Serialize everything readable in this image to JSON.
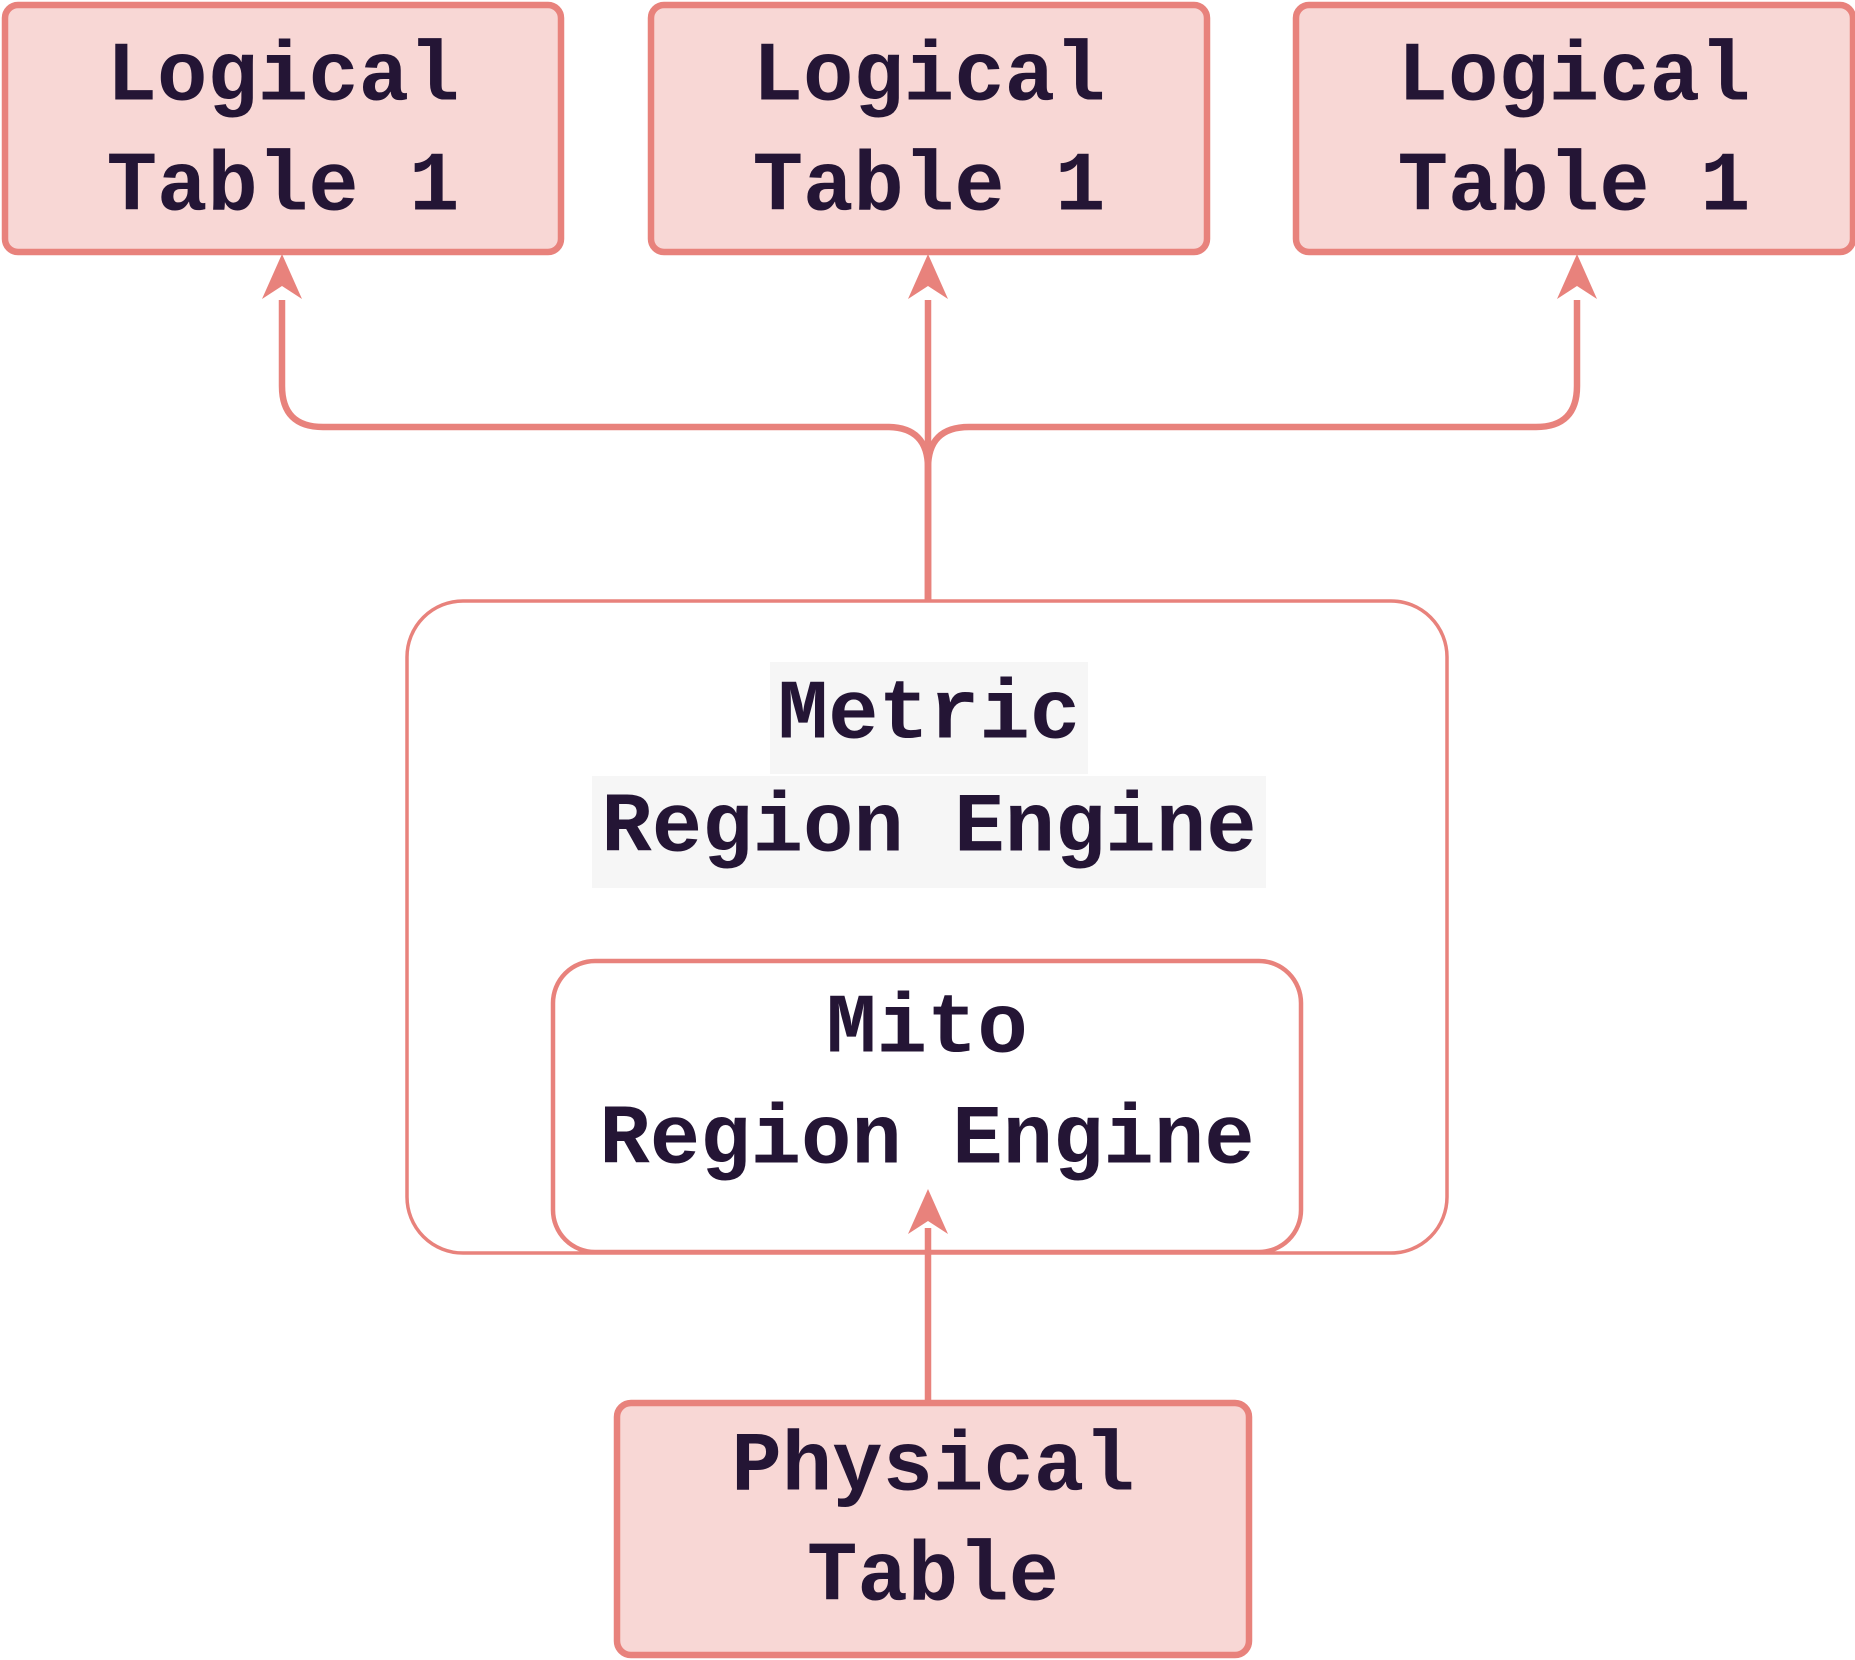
{
  "diagram": {
    "type": "flowchart",
    "colors": {
      "page_bg": "#ffffff",
      "node_fill": "#f8d7d5",
      "node_border": "#e8827c",
      "edge": "#e8827c",
      "container_fill": "#ffffff",
      "label_bg": "#f5f5f5",
      "text": "#241535"
    },
    "nodes": {
      "logical_table_left": {
        "line1": "Logical",
        "line2": "Table 1"
      },
      "logical_table_middle": {
        "line1": "Logical",
        "line2": "Table 1"
      },
      "logical_table_right": {
        "line1": "Logical",
        "line2": "Table 1"
      },
      "metric_region_engine": {
        "line1": "Metric",
        "line2": "Region Engine"
      },
      "mito_region_engine": {
        "line1": "Mito",
        "line2": "Region Engine"
      },
      "physical_table": {
        "line1": "Physical",
        "line2": "Table"
      }
    },
    "edges": [
      {
        "from": "metric_region_engine",
        "to": "logical_table_left"
      },
      {
        "from": "metric_region_engine",
        "to": "logical_table_middle"
      },
      {
        "from": "metric_region_engine",
        "to": "logical_table_right"
      },
      {
        "from": "physical_table",
        "to": "mito_region_engine"
      }
    ]
  }
}
